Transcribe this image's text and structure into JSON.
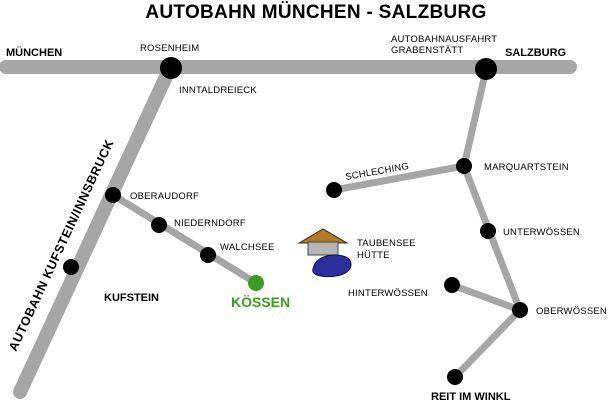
{
  "title": "AUTOBAHN MÜNCHEN - SALZBURG",
  "autobahn_kufstein_label": "AUTOBAHN KUFSTEIN/INNSBRUCK",
  "places": {
    "muenchen": "MÜNCHEN",
    "rosenheim": "ROSENHEIM",
    "inntaldreieck": "INNTALDREIECK",
    "ausfahrt_line1": "AUTOBAHNAUSFAHRT",
    "ausfahrt_line2": "GRABENSTÄTT",
    "salzburg": "SALZBURG",
    "schleching": "SCHLECHING",
    "marquartstein": "MARQUARTSTEIN",
    "oberaudorf": "OBERAUDORF",
    "niederndorf": "NIEDERNDORF",
    "walchsee": "WALCHSEE",
    "koessen": "KÖSSEN",
    "kufstein": "KUFSTEIN",
    "taubensee_line1": "TAUBENSEE",
    "taubensee_line2": "HÜTTE",
    "unterwoessen": "UNTERWÖSSEN",
    "hinterwoessen": "HINTERWÖSSEN",
    "oberwoessen": "OBERWÖSSEN",
    "reit_im_winkl": "REIT IM WINKL"
  },
  "colors": {
    "road": "#a6a6a6",
    "node": "#000000",
    "highlight": "#3a9b1f",
    "hut_roof": "#b07a2a",
    "hut_body": "#b5b5b5",
    "lake": "#2b2f9c"
  }
}
